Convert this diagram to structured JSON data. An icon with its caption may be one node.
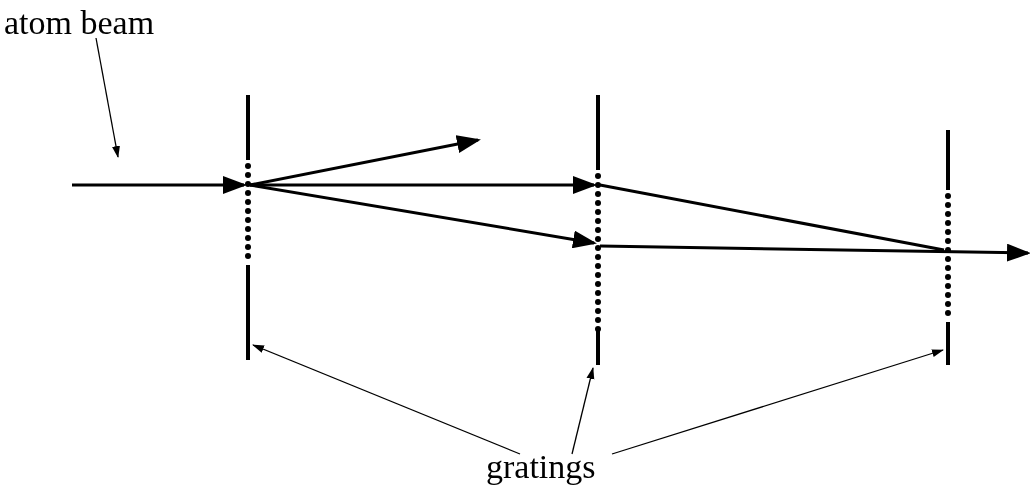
{
  "diagram": {
    "nodes": [
      {
        "text": [
          "atom beam"
        ]
      },
      {
        "text": [],
        "shape": "bar"
      },
      {
        "text": [],
        "shape": "bar"
      },
      {
        "text": [],
        "shape": "bar"
      },
      {
        "text": [
          "gratings"
        ]
      }
    ],
    "edges": [
      {
        "from": null,
        "to": 1,
        "arrow": "to"
      },
      {
        "from": 1,
        "to": null,
        "arrow": "to"
      },
      {
        "from": 1,
        "to": 2,
        "arrow": "to"
      },
      {
        "from": 1,
        "to": 2,
        "arrow": "to"
      },
      {
        "from": 2,
        "to": 3,
        "arrow": "none"
      },
      {
        "from": 2,
        "to": null,
        "arrow": "to"
      },
      {
        "from": 0,
        "to": null,
        "arrow": "to"
      },
      {
        "from": 4,
        "to": 1,
        "arrow": "to"
      },
      {
        "from": 4,
        "to": 2,
        "arrow": "to"
      },
      {
        "from": 4,
        "to": 3,
        "arrow": "to"
      }
    ]
  }
}
